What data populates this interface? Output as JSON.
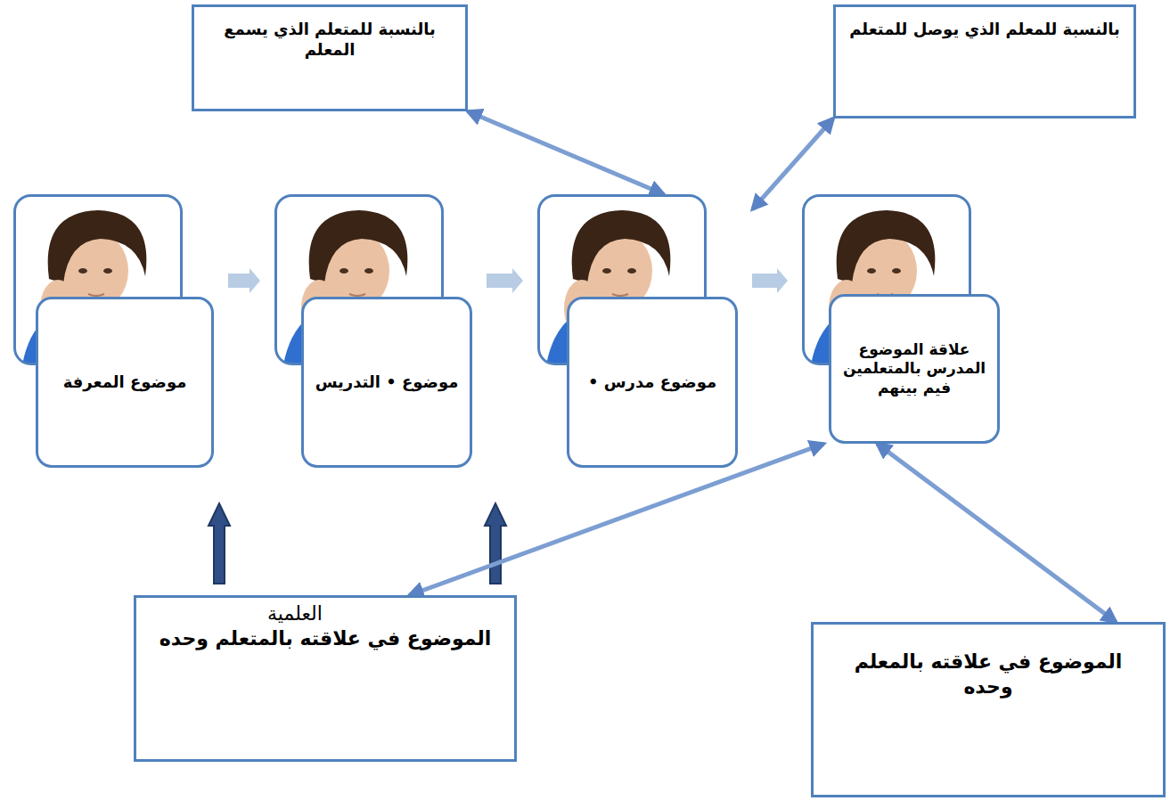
{
  "diagram": {
    "nodes": [
      {
        "text": [
          "موضوع المعرفة"
        ]
      },
      {
        "text": [
          "موضوع • التدريس"
        ]
      },
      {
        "text": [
          "موضوع مدرس •"
        ]
      },
      {
        "text": [
          "علاقة الموضوع المدرس بالمتعلمين فيم بينهم"
        ]
      },
      {
        "text": [
          "بالنسبة للمتعلم الذي يسمع المعلم"
        ]
      },
      {
        "text": [
          "بالنسبة للمعلم الذي يوصل للمتعلم"
        ]
      },
      {
        "text": [
          "الموضوع في علاقته بالمتعلم وحده"
        ]
      },
      {
        "text": [
          "الموضوع في علاقته بالمعلم وحده"
        ]
      }
    ],
    "edges": [
      {
        "from": 0,
        "to": 1,
        "arrow": "to"
      },
      {
        "from": 1,
        "to": 2,
        "arrow": "to"
      },
      {
        "from": 2,
        "to": 3,
        "arrow": "to"
      },
      {
        "from": 4,
        "to": 2,
        "arrow": "both"
      },
      {
        "from": 5,
        "to": 3,
        "arrow": "both"
      },
      {
        "from": 3,
        "to": 6,
        "arrow": "both"
      },
      {
        "from": 3,
        "to": 7,
        "arrow": "both"
      }
    ],
    "labels": [
      "العلمية"
    ]
  }
}
